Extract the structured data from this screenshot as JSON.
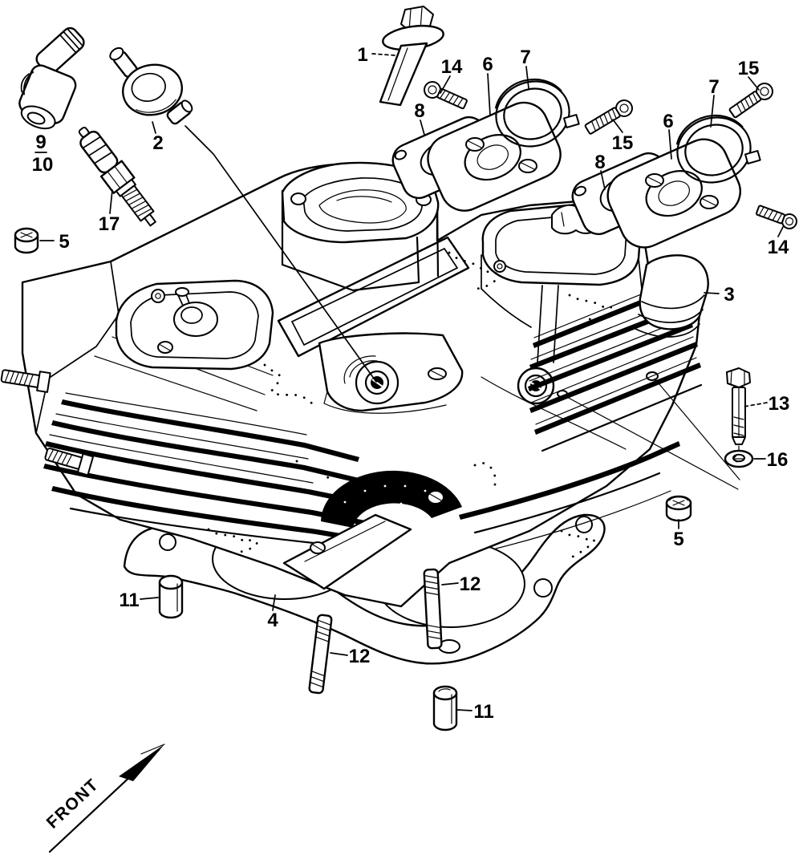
{
  "figure": {
    "front_label": "FRONT",
    "background_color": "#ffffff",
    "line_color": "#000000"
  },
  "callouts": [
    {
      "label": "1"
    },
    {
      "label": "14"
    },
    {
      "label": "6"
    },
    {
      "label": "7"
    },
    {
      "label": "8"
    },
    {
      "label": "15"
    },
    {
      "label": "7"
    },
    {
      "label": "6"
    },
    {
      "label": "15"
    },
    {
      "label": "8"
    },
    {
      "label": "9"
    },
    {
      "label": "10"
    },
    {
      "label": "2"
    },
    {
      "label": "17"
    },
    {
      "label": "5"
    },
    {
      "label": "14"
    },
    {
      "label": "3"
    },
    {
      "label": "13"
    },
    {
      "label": "16"
    },
    {
      "label": "5"
    },
    {
      "label": "12"
    },
    {
      "label": "11"
    },
    {
      "label": "4"
    },
    {
      "label": "12"
    },
    {
      "label": "11"
    }
  ],
  "front": {
    "label": "FRONT"
  }
}
